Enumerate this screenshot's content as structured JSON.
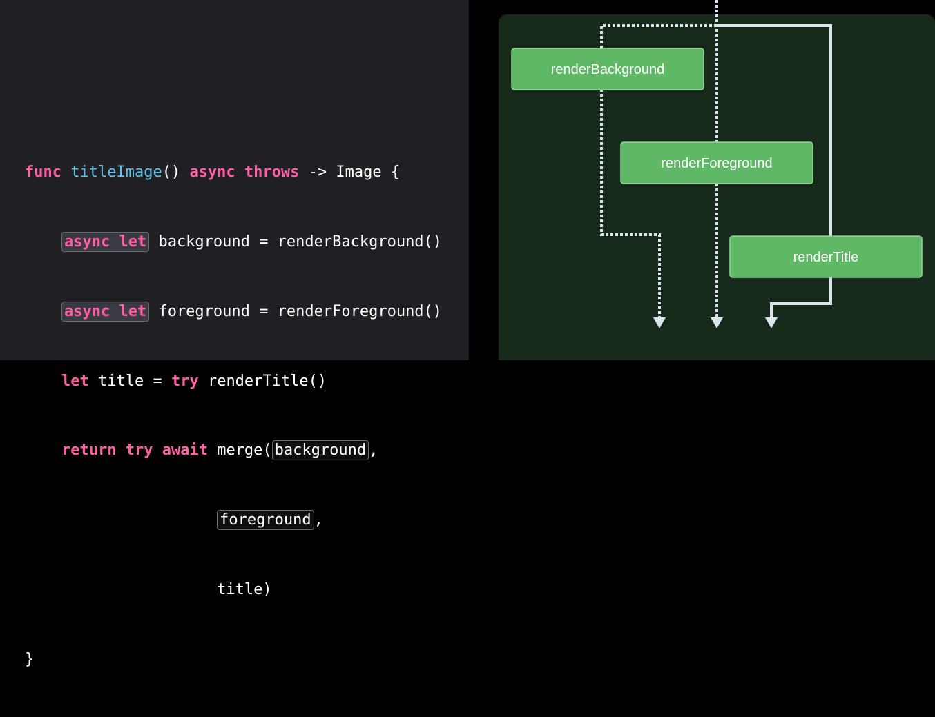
{
  "code": {
    "func_kw": "func",
    "func_name": "titleImage",
    "func_parens": "() ",
    "async_kw": "async",
    "throws_kw": "throws",
    "return_type": " -> Image {",
    "line2_async_let": "async let",
    "line2_rest": " background = renderBackground()",
    "line3_async_let": "async let",
    "line3_rest": " foreground = renderForeground()",
    "line4_let": "let",
    "line4_mid": " title = ",
    "line4_try": "try",
    "line4_rest": " renderTitle()",
    "line5_return": "return",
    "line5_try": "try",
    "line5_await": "await",
    "line5_merge": " merge(",
    "line5_arg": "background",
    "comma": ",",
    "line6_arg": "foreground",
    "line7_arg": "title)",
    "close_brace": "}"
  },
  "diagram": {
    "tasks": [
      {
        "label": "renderBackground"
      },
      {
        "label": "renderForeground"
      },
      {
        "label": "renderTitle"
      }
    ],
    "colors": {
      "panel": "#16291a",
      "task_fill": "#5fb865",
      "task_stroke": "#8fd493",
      "line": "#dde4ee"
    }
  }
}
